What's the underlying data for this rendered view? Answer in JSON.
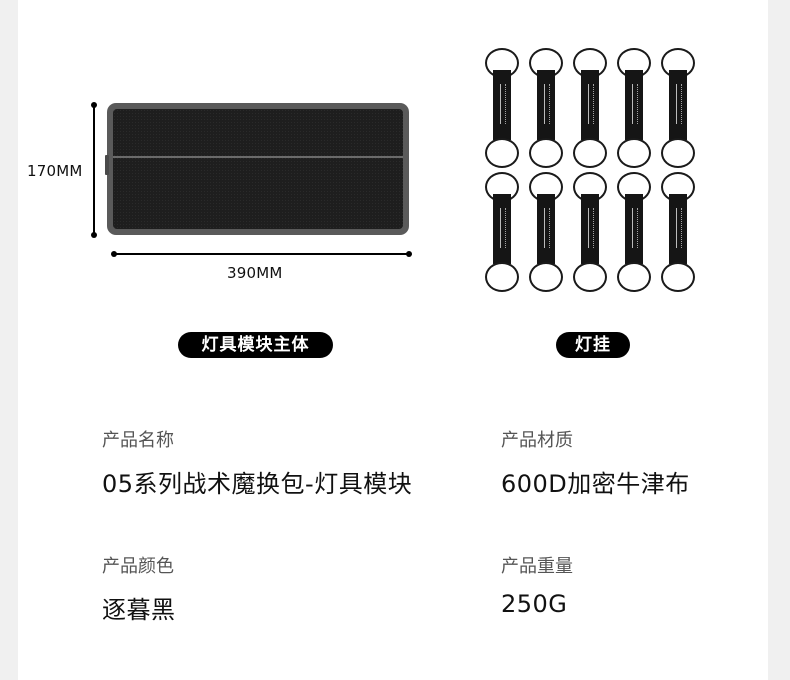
{
  "figure": {
    "panel_height_label": "170MM",
    "panel_width_label": "390MM",
    "panel_caption": "灯具模块主体",
    "straps_caption": "灯挂",
    "strap_count": 10
  },
  "specs": {
    "name": {
      "label": "产品名称",
      "value": "05系列战术魔换包-灯具模块"
    },
    "material": {
      "label": "产品材质",
      "value": "600D加密牛津布"
    },
    "color": {
      "label": "产品颜色",
      "value": "逐暮黑"
    },
    "weight": {
      "label": "产品重量",
      "value": "250G"
    }
  },
  "colors": {
    "background": "#f0f0f0",
    "card": "#ffffff",
    "pill": "#000000",
    "panel_edge": "#5a5a5a",
    "panel_fill": "#1e1e1e"
  }
}
